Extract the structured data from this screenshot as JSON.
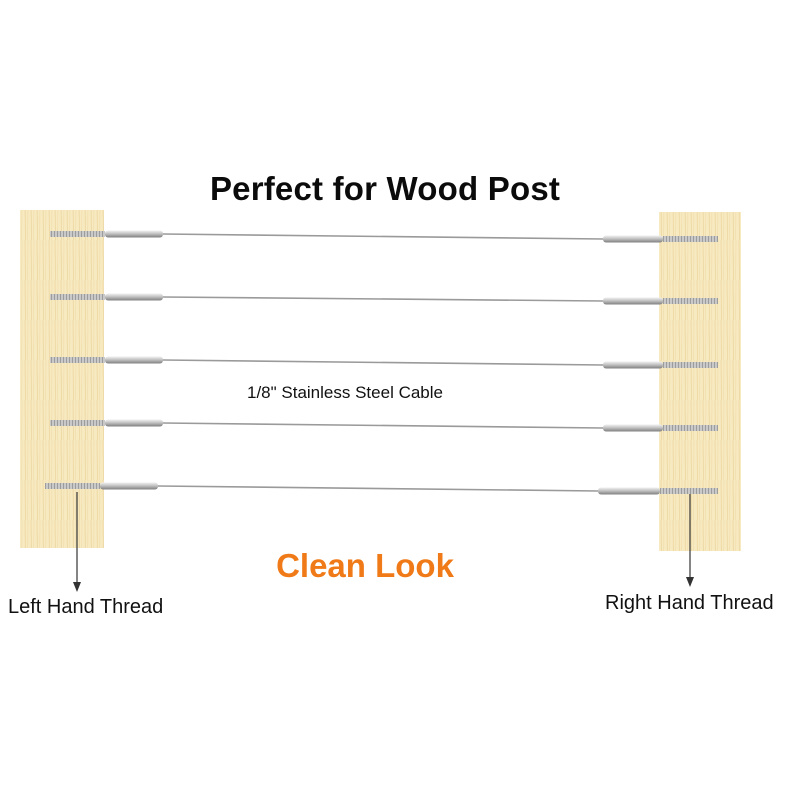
{
  "title": "Perfect for Wood Post",
  "cable_label": "1/8\" Stainless Steel Cable",
  "subtitle": "Clean Look",
  "left_label": "Left Hand Thread",
  "right_label": "Right Hand Thread",
  "colors": {
    "accent": "#f07a17",
    "wood": "#f6e6b8",
    "wood_grain": "#ead19a",
    "cable": "#9a9a9a",
    "terminal": "#c8c8c8"
  }
}
